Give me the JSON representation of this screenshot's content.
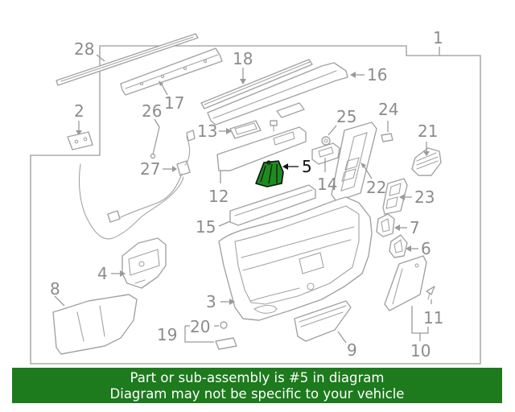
{
  "diagram": {
    "callouts": {
      "c1": "1",
      "c2": "2",
      "c3": "3",
      "c4": "4",
      "c5": "5",
      "c6": "6",
      "c7": "7",
      "c8": "8",
      "c9": "9",
      "c10": "10",
      "c11": "11",
      "c12": "12",
      "c13": "13",
      "c14": "14",
      "c15": "15",
      "c16": "16",
      "c17": "17",
      "c18": "18",
      "c19": "19",
      "c20": "20",
      "c21": "21",
      "c22": "22",
      "c23": "23",
      "c24": "24",
      "c25": "25",
      "c26": "26",
      "c27": "27",
      "c28": "28"
    },
    "highlighted_part": "5",
    "colors": {
      "highlight": "#1f8a1f",
      "banner": "#1d7a1d",
      "linework": "#a3a3a3"
    }
  },
  "banner": {
    "line1": "Part or sub-assembly is #5 in diagram",
    "line2": "Diagram may not be specific to your vehicle"
  }
}
